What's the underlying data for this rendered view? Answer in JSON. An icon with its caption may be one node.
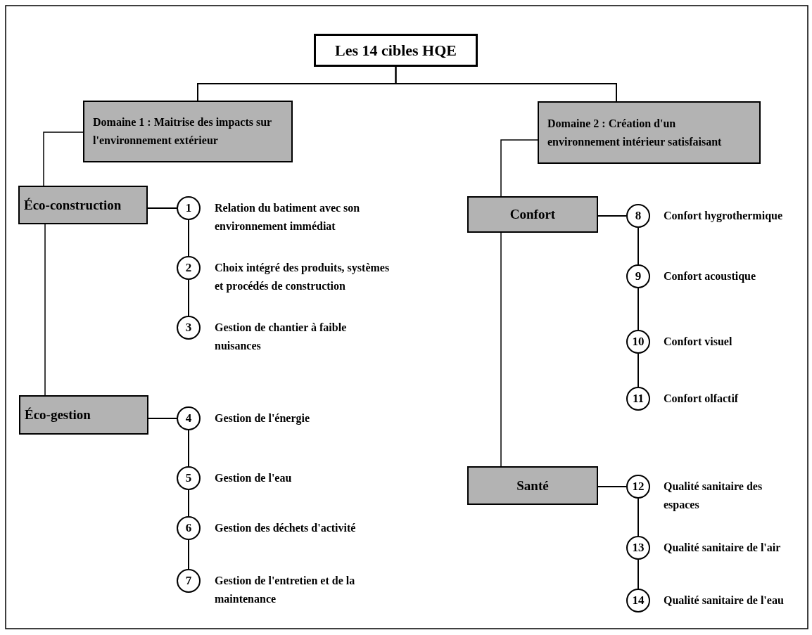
{
  "diagram": {
    "nodes": [
      {
        "text": [
          "Les 14 cibles HQE"
        ]
      },
      {
        "text": [
          "Domaine 1 : Maitrise des impacts sur l'environnement extérieur"
        ]
      },
      {
        "text": [
          "Domaine 2 : Création d'un environnement intérieur satisfaisant"
        ]
      },
      {
        "text": [
          "Éco-construction"
        ]
      },
      {
        "text": [
          "Éco-gestion"
        ]
      },
      {
        "text": [
          "Confort"
        ]
      },
      {
        "text": [
          "Santé"
        ]
      },
      {
        "text": [
          "1"
        ],
        "beside": [
          "Relation du batiment avec son environnement immédiat"
        ]
      },
      {
        "text": [
          "2"
        ],
        "beside": [
          "Choix intégré des produits, systèmes et procédés de construction"
        ]
      },
      {
        "text": [
          "3"
        ],
        "beside": [
          "Gestion de chantier à faible nuisances"
        ]
      },
      {
        "text": [
          "4"
        ],
        "beside": [
          "Gestion de l'énergie"
        ]
      },
      {
        "text": [
          "5"
        ],
        "beside": [
          "Gestion de l'eau"
        ]
      },
      {
        "text": [
          "6"
        ],
        "beside": [
          "Gestion des déchets d'activité"
        ]
      },
      {
        "text": [
          "7"
        ],
        "beside": [
          "Gestion de l'entretien et de la maintenance"
        ]
      },
      {
        "text": [
          "8"
        ],
        "beside": [
          "Confort hygrothermique"
        ]
      },
      {
        "text": [
          "9"
        ],
        "beside": [
          "Confort acoustique"
        ]
      },
      {
        "text": [
          "10"
        ],
        "beside": [
          "Confort visuel"
        ]
      },
      {
        "text": [
          "11"
        ],
        "beside": [
          "Confort olfactif"
        ]
      },
      {
        "text": [
          "12"
        ],
        "beside": [
          "Qualité sanitaire des espaces"
        ]
      },
      {
        "text": [
          "13"
        ],
        "beside": [
          "Qualité sanitaire de l'air"
        ]
      },
      {
        "text": [
          "14"
        ],
        "beside": [
          "Qualité sanitaire de l'eau"
        ]
      }
    ],
    "edges": [
      {
        "from": 0,
        "to": 1,
        "arrow": "none"
      },
      {
        "from": 0,
        "to": 2,
        "arrow": "none"
      },
      {
        "from": 1,
        "to": 3,
        "arrow": "none"
      },
      {
        "from": 3,
        "to": 4,
        "arrow": "none"
      },
      {
        "from": 2,
        "to": 5,
        "arrow": "none"
      },
      {
        "from": 5,
        "to": 6,
        "arrow": "none"
      },
      {
        "from": 3,
        "to": 7,
        "arrow": "none"
      },
      {
        "from": 7,
        "to": 8,
        "arrow": "none"
      },
      {
        "from": 8,
        "to": 9,
        "arrow": "none"
      },
      {
        "from": 4,
        "to": 10,
        "arrow": "none"
      },
      {
        "from": 10,
        "to": 11,
        "arrow": "none"
      },
      {
        "from": 11,
        "to": 12,
        "arrow": "none"
      },
      {
        "from": 12,
        "to": 13,
        "arrow": "none"
      },
      {
        "from": 5,
        "to": 14,
        "arrow": "none"
      },
      {
        "from": 14,
        "to": 15,
        "arrow": "none"
      },
      {
        "from": 15,
        "to": 16,
        "arrow": "none"
      },
      {
        "from": 16,
        "to": 17,
        "arrow": "none"
      },
      {
        "from": 6,
        "to": 18,
        "arrow": "none"
      },
      {
        "from": 18,
        "to": 19,
        "arrow": "none"
      },
      {
        "from": 19,
        "to": 20,
        "arrow": "none"
      }
    ]
  }
}
